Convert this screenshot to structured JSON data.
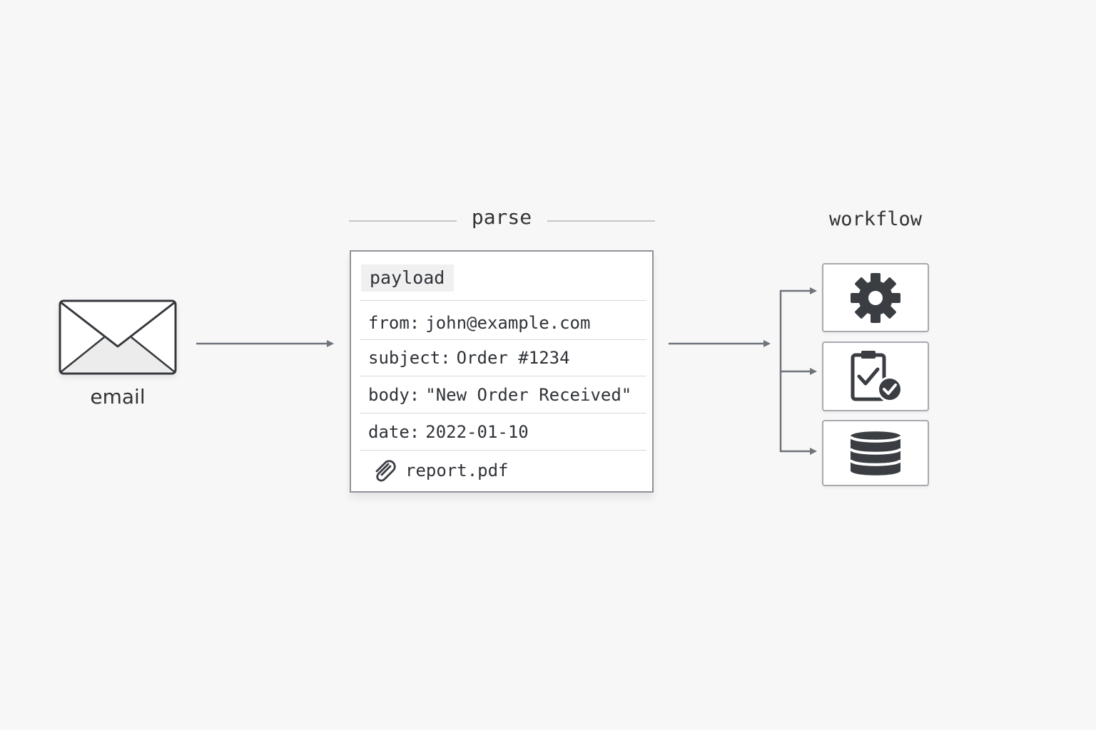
{
  "email": {
    "label": "email",
    "icon": "envelope-icon"
  },
  "parse": {
    "title": "parse",
    "payload_header": "payload",
    "fields": [
      {
        "key": "from:",
        "value": "john@example.com"
      },
      {
        "key": "subject:",
        "value": "Order #1234"
      },
      {
        "key": "body:",
        "value": "\"New Order Received\""
      },
      {
        "key": "date:",
        "value": "2022-01-10"
      }
    ],
    "attachment": {
      "icon": "paperclip-icon",
      "filename": "report.pdf"
    }
  },
  "workflow": {
    "title": "workflow",
    "steps": [
      {
        "icon": "gear-icon"
      },
      {
        "icon": "clipboard-check-icon"
      },
      {
        "icon": "database-icon"
      }
    ]
  },
  "colors": {
    "background": "#f7f7f7",
    "arrow": "#6f737a",
    "icon_dark": "#3a3d42",
    "card_border": "#8e9298"
  }
}
